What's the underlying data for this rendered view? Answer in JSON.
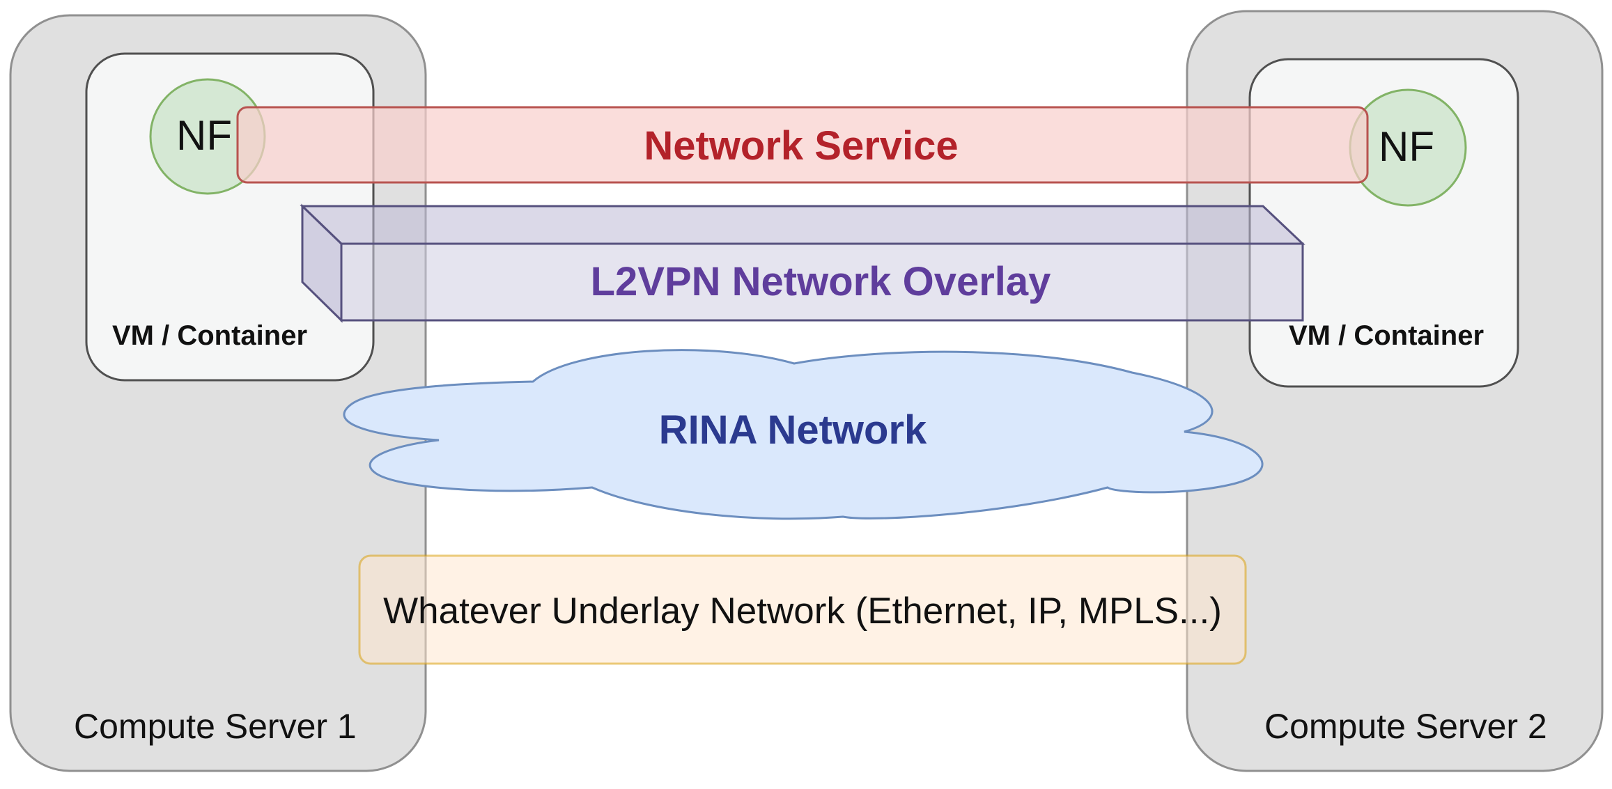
{
  "colors": {
    "server_fill": "#e0e0e0",
    "server_stroke": "#909090",
    "vm_fill": "#f5f6f6",
    "vm_stroke": "#505050",
    "nf_fill": "#d5e8d4",
    "nf_stroke": "#82b366",
    "service_fill": "#f8cecc",
    "service_stroke": "#b85450",
    "service_text": "#b3222a",
    "overlay_fill": "#d0cee2",
    "overlay_stroke": "#56517e",
    "overlay_text": "#5f3d9c",
    "rina_fill": "#dae8fc",
    "rina_stroke": "#6c8ebf",
    "rina_text": "#2b3a8f",
    "underlay_fill": "#ffe6cc",
    "underlay_stroke": "#d79b00"
  },
  "servers": [
    {
      "label": "Compute Server 1"
    },
    {
      "label": "Compute Server 2"
    }
  ],
  "vms": [
    {
      "label": "VM / Container"
    },
    {
      "label": "VM / Container"
    }
  ],
  "nfs": [
    {
      "label": "NF"
    },
    {
      "label": "NF"
    }
  ],
  "network_service": {
    "label": "Network Service"
  },
  "overlay": {
    "label": "L2VPN Network Overlay"
  },
  "rina": {
    "label": "RINA Network"
  },
  "underlay": {
    "label": "Whatever Underlay Network (Ethernet, IP, MPLS...)"
  }
}
